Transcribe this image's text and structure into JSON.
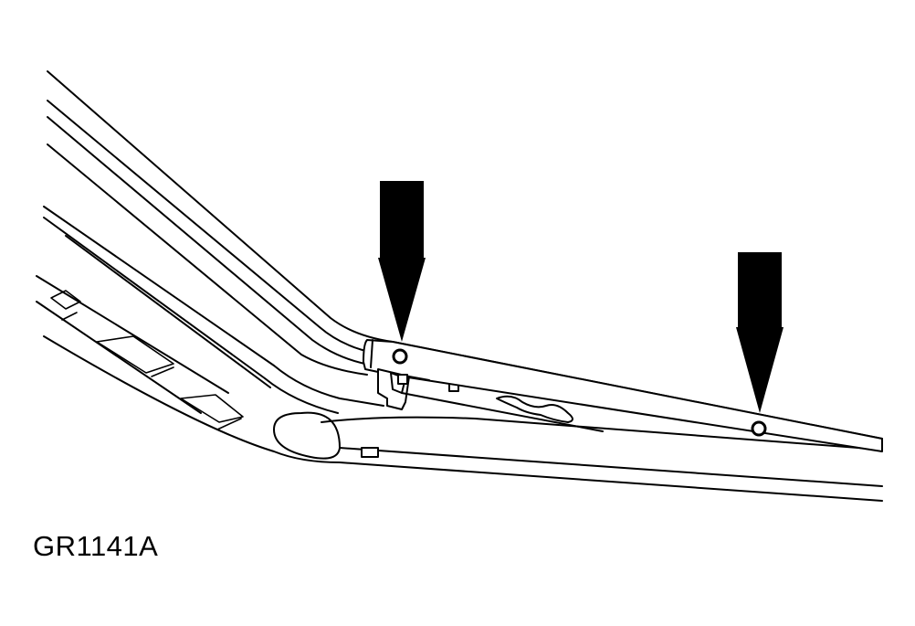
{
  "figure": {
    "label": "GR1141A",
    "arrows": [
      {
        "icon": "down-arrow-icon",
        "points_to": "bolt-left"
      },
      {
        "icon": "down-arrow-icon",
        "points_to": "bolt-right"
      }
    ],
    "line_color": "#000000",
    "background": "#ffffff"
  }
}
